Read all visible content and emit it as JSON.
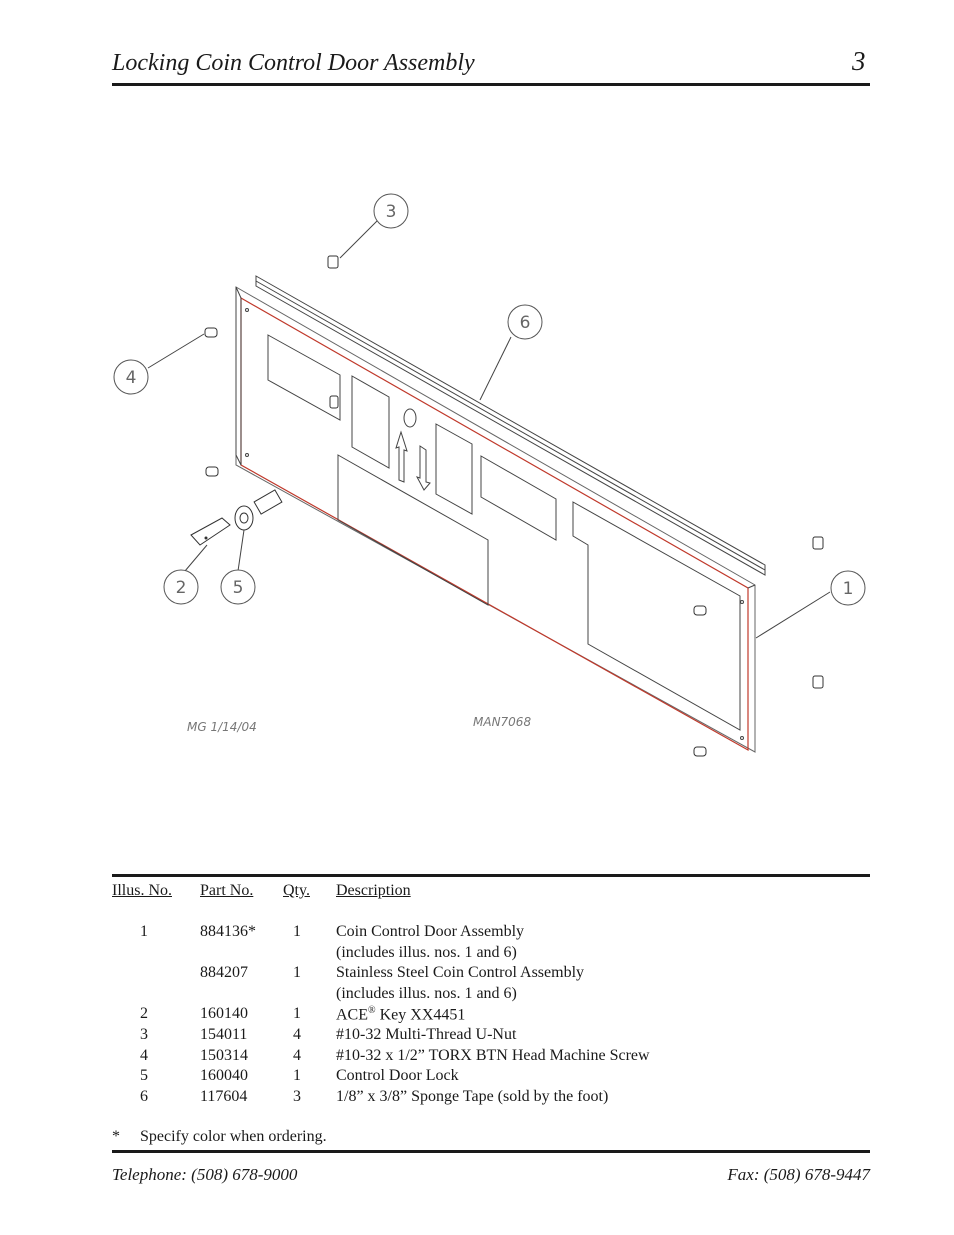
{
  "header": {
    "title": "Locking Coin Control Door Assembly",
    "page_number": "3"
  },
  "diagram": {
    "callouts": [
      "1",
      "2",
      "3",
      "4",
      "5",
      "6"
    ],
    "drawing_note_left": "MG 1/14/04",
    "drawing_note_right": "MAN7068"
  },
  "parts_table": {
    "headers": {
      "illus": "Illus. No.",
      "part": "Part  No.",
      "qty": "Qty.",
      "desc": "Description"
    },
    "rows": [
      {
        "illus": "1",
        "part": "884136*",
        "qty": "1",
        "desc": "Coin Control Door Assembly",
        "desc2": "(includes illus. nos. 1 and 6)"
      },
      {
        "illus": "",
        "part": "884207",
        "qty": "1",
        "desc": "Stainless Steel Coin Control Assembly",
        "desc2": "(includes illus. nos. 1 and 6)"
      },
      {
        "illus": "2",
        "part": "160140",
        "qty": "1",
        "desc_a": "ACE",
        "desc_sup": "®",
        "desc_b": " Key XX4451"
      },
      {
        "illus": "3",
        "part": "154011",
        "qty": "4",
        "desc": "#10-32 Multi-Thread U-Nut"
      },
      {
        "illus": "4",
        "part": "150314",
        "qty": "4",
        "desc": "#10-32 x 1/2” TORX BTN Head Machine Screw"
      },
      {
        "illus": "5",
        "part": "160040",
        "qty": "1",
        "desc": "Control Door Lock"
      },
      {
        "illus": "6",
        "part": "117604",
        "qty": "3",
        "desc": "1/8” x 3/8” Sponge Tape (sold by the foot)"
      }
    ],
    "footnote_mark": "*",
    "footnote_text": "Specify color when ordering."
  },
  "footer": {
    "telephone": "Telephone: (508) 678-9000",
    "fax": "Fax: (508) 678-9447"
  },
  "colors": {
    "text": "#1a1a1a",
    "panel_edge": "#c0392b",
    "line": "#444444"
  }
}
